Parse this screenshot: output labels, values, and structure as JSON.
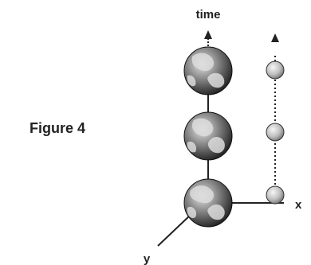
{
  "figure": {
    "label": "Figure 4"
  },
  "axes": {
    "time_label": "time",
    "x_label": "x",
    "y_label": "y"
  },
  "colors": {
    "ink": "#222222",
    "sphere_light": "#f4f4f4",
    "sphere_dark": "#777777",
    "earth_ocean": "#3a3a3a",
    "earth_land": "#d9d9d9"
  }
}
